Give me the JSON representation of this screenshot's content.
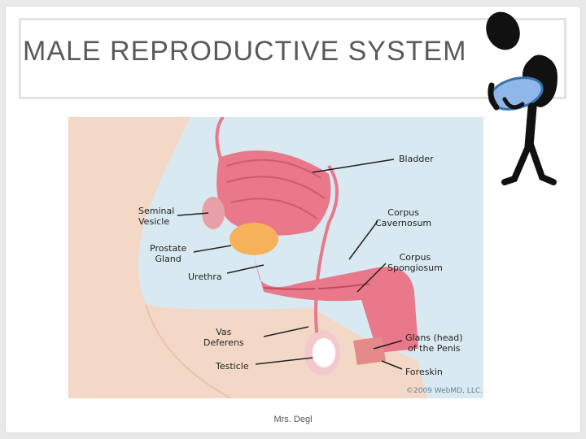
{
  "slide": {
    "title": "MALE REPRODUCTIVE SYSTEM",
    "footer": "Mrs. Degl"
  },
  "diagram": {
    "labels": {
      "bladder": "Bladder",
      "seminal_vesicle": "Seminal\nVesicle",
      "prostate_gland": "Prostate\nGland",
      "urethra": "Urethra",
      "vas_deferens": "Vas\nDeferens",
      "testicle": "Testicle",
      "corpus_cavernosum": "Corpus\nCavernosum",
      "corpus_spongiosum": "Corpus\nSpongiosum",
      "glans": "Glans (head)\nof the Penis",
      "foreskin": "Foreskin"
    },
    "copyright": "©2009 WebMD, LLC."
  },
  "colors": {
    "background": "#d9e9f1",
    "skin": "#f4d8c7",
    "tissue": "#e8788a",
    "prostate": "#f6b25a"
  }
}
